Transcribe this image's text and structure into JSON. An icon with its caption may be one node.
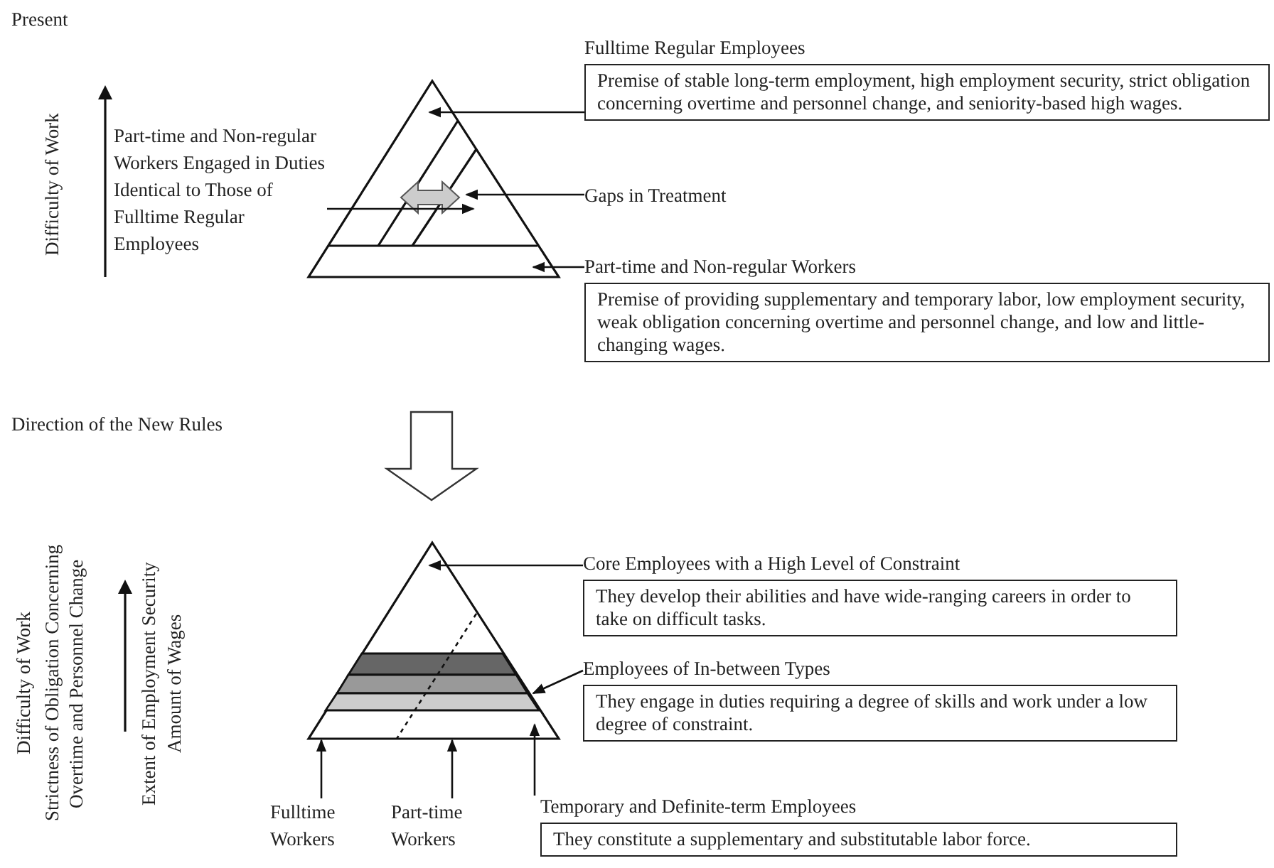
{
  "diagram": {
    "nodes": [
      {
        "text": [
          "Fulltime Regular Employees",
          "Premise of stable long-term employment, high employment security, strict obligation concerning overtime and personnel change, and seniority-based high wages."
        ]
      },
      {
        "text": [
          "Gaps in Treatment"
        ]
      },
      {
        "text": [
          "Part-time and Non-regular Workers",
          "Premise of providing supplementary and temporary labor, low employment security, weak obligation concerning overtime and personnel change, and low and little-changing wages."
        ]
      },
      {
        "text": [
          "Part-time and Non-regular Workers Engaged in Duties Identical to Those of Fulltime Regular Employees"
        ]
      },
      {
        "text": [
          "Core Employees with a High Level of Constraint",
          "They develop their abilities and have wide-ranging careers in order to take on difficult tasks."
        ]
      },
      {
        "text": [
          "Employees of In-between Types",
          "They engage in duties requiring a degree of skills and work under a low degree of constraint."
        ]
      },
      {
        "text": [
          "Temporary and Definite-term Employees",
          "They constitute a supplementary and substitutable labor force."
        ]
      },
      {
        "text": [
          "Fulltime Workers"
        ]
      },
      {
        "text": [
          "Part-time Workers"
        ]
      },
      {
        "text": [],
        "shape": "triangle"
      },
      {
        "text": [],
        "shape": "triangle"
      }
    ],
    "edges": [
      {
        "from": 0,
        "to": 9,
        "arrow": "to"
      },
      {
        "from": 1,
        "to": 9,
        "arrow": "to"
      },
      {
        "from": 2,
        "to": 9,
        "arrow": "to"
      },
      {
        "from": 3,
        "to": 9,
        "arrow": "to"
      },
      {
        "from": 4,
        "to": 10,
        "arrow": "to"
      },
      {
        "from": 5,
        "to": 10,
        "arrow": "to"
      },
      {
        "from": 6,
        "to": 10,
        "arrow": "to"
      },
      {
        "from": 7,
        "to": 10,
        "arrow": "to"
      },
      {
        "from": 8,
        "to": 10,
        "arrow": "to"
      }
    ],
    "labels": [
      "Present",
      "Difficulty of Work",
      "Direction of the New Rules",
      "Difficulty of Work",
      "Strictness of Obligation Concerning Overtime and Personnel Change",
      "Extent of Employment Security",
      "Amount of Wages"
    ]
  }
}
